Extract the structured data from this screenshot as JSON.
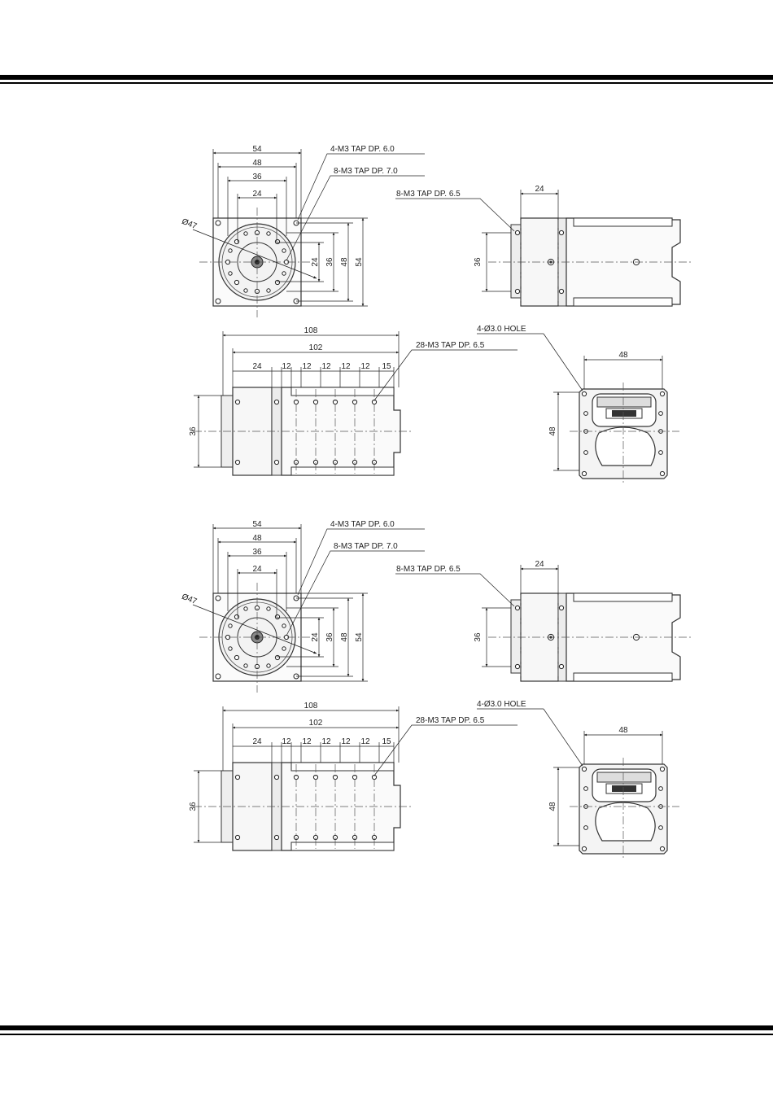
{
  "drawings": [
    {
      "front": {
        "w54": "54",
        "w48": "48",
        "w36": "36",
        "w24": "24",
        "dia": "Ø47",
        "h24": "24",
        "h36": "36",
        "h48": "48",
        "h54": "54",
        "tap1": "4-M3 TAP DP. 6.0",
        "tap2": "8-M3 TAP DP. 7.0"
      },
      "sidetop": {
        "tap": "8-M3 TAP DP. 6.5",
        "w24": "24",
        "h36": "36"
      },
      "side": {
        "l108": "108",
        "l102": "102",
        "s1": "24",
        "s2": "12",
        "s3": "12",
        "s4": "12",
        "s5": "12",
        "s6": "12",
        "s7": "15",
        "tap": "28-M3 TAP DP. 6.5",
        "h36": "36"
      },
      "rear": {
        "hole": "4-Ø3.0 HOLE",
        "w48": "48",
        "h48": "48"
      }
    },
    {
      "front": {
        "w54": "54",
        "w48": "48",
        "w36": "36",
        "w24": "24",
        "dia": "Ø47",
        "h24": "24",
        "h36": "36",
        "h48": "48",
        "h54": "54",
        "tap1": "4-M3 TAP DP. 6.0",
        "tap2": "8-M3 TAP DP. 7.0"
      },
      "sidetop": {
        "tap": "8-M3 TAP DP. 6.5",
        "w24": "24",
        "h36": "36"
      },
      "side": {
        "l108": "108",
        "l102": "102",
        "s1": "24",
        "s2": "12",
        "s3": "12",
        "s4": "12",
        "s5": "12",
        "s6": "12",
        "s7": "15",
        "tap": "28-M3 TAP DP. 6.5",
        "h36": "36"
      },
      "rear": {
        "hole": "4-Ø3.0 HOLE",
        "w48": "48",
        "h48": "48"
      }
    }
  ]
}
